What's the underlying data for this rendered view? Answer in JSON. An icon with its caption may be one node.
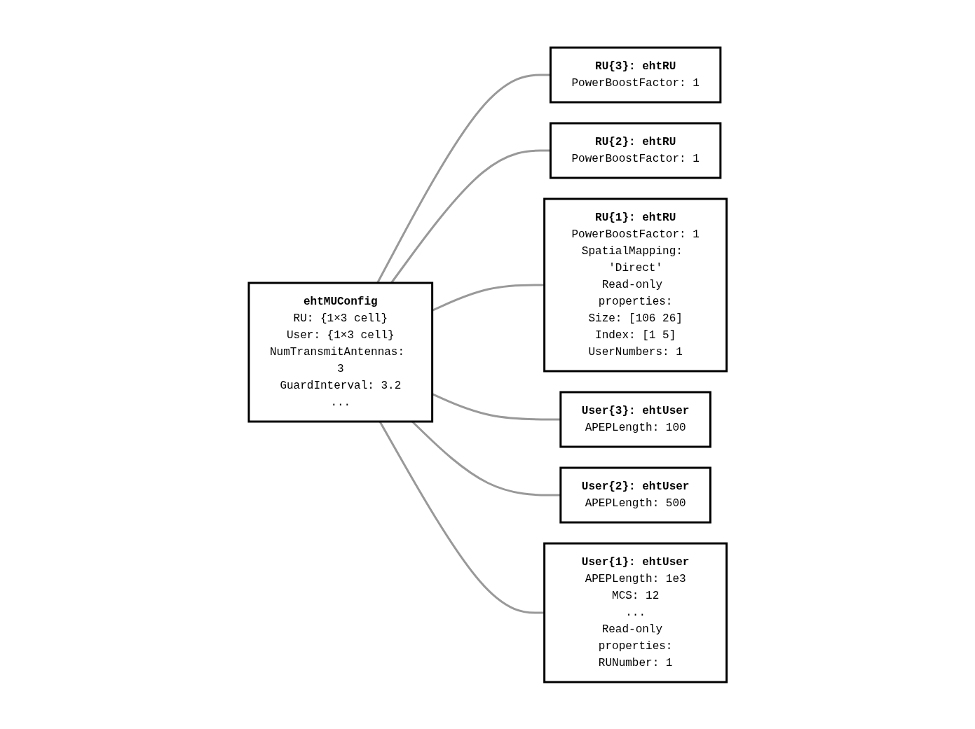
{
  "diagram": {
    "nodes": [
      {
        "text": [
          "ehtMUConfig",
          "RU: {1×3 cell}",
          "User: {1×3 cell}",
          "NumTransmitAntennas: 3",
          "GuardInterval: 3.2",
          "..."
        ]
      },
      {
        "text": [
          "RU{3}: ehtRU",
          "PowerBoostFactor: 1"
        ]
      },
      {
        "text": [
          "RU{2}: ehtRU",
          "PowerBoostFactor: 1"
        ]
      },
      {
        "text": [
          "RU{1}: ehtRU",
          "PowerBoostFactor: 1",
          "SpatialMapping: 'Direct'",
          "Read-only properties:",
          "Size: [106 26]",
          "Index: [1 5]",
          "UserNumbers: 1"
        ]
      },
      {
        "text": [
          "User{3}: ehtUser",
          "APEPLength: 100"
        ]
      },
      {
        "text": [
          "User{2}: ehtUser",
          "APEPLength: 500"
        ]
      },
      {
        "text": [
          "User{1}: ehtUser",
          "APEPLength: 1e3",
          "MCS: 12",
          "...",
          "Read-only properties:",
          "RUNumber: 1"
        ]
      }
    ],
    "edges": [
      {
        "from": 0,
        "to": 1,
        "arrow": "none"
      },
      {
        "from": 0,
        "to": 2,
        "arrow": "none"
      },
      {
        "from": 0,
        "to": 3,
        "arrow": "none"
      },
      {
        "from": 0,
        "to": 4,
        "arrow": "none"
      },
      {
        "from": 0,
        "to": 5,
        "arrow": "none"
      },
      {
        "from": 0,
        "to": 6,
        "arrow": "none"
      }
    ]
  }
}
